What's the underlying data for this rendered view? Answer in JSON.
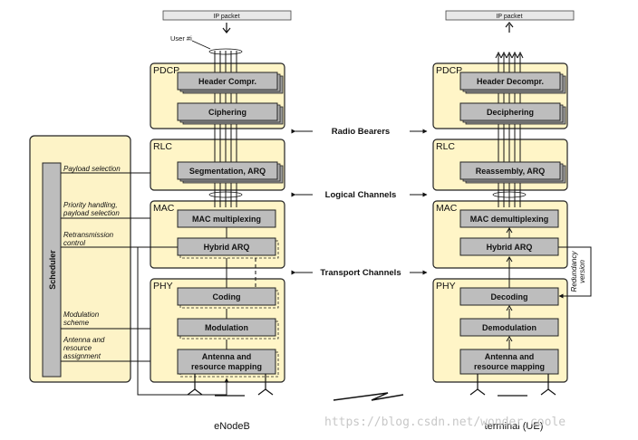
{
  "title": "",
  "ip_packet_left": "IP packet",
  "ip_packet_right": "IP packet",
  "user_label": "User #i",
  "enb": {
    "pdcp_label": "PDCP",
    "header_compr": "Header Compr.",
    "ciphering": "Ciphering",
    "rlc_label": "RLC",
    "segmentation": "Segmentation, ARQ",
    "mac_label": "MAC",
    "mac_mux": "MAC multiplexing",
    "hybrid_arq": "Hybrid ARQ",
    "phy_label": "PHY",
    "coding": "Coding",
    "modulation": "Modulation",
    "antenna_1": "Antenna and",
    "antenna_2": "resource mapping"
  },
  "ue": {
    "pdcp_label": "PDCP",
    "header_decompr": "Header Decompr.",
    "deciphering": "Deciphering",
    "rlc_label": "RLC",
    "reassembly": "Reassembly, ARQ",
    "mac_label": "MAC",
    "mac_demux": "MAC demultiplexing",
    "hybrid_arq": "Hybrid ARQ",
    "phy_label": "PHY",
    "decoding": "Decoding",
    "demodulation": "Demodulation",
    "antenna_1": "Antenna and",
    "antenna_2": "resource mapping",
    "redundancy_1": "Redundancy",
    "redundancy_2": "version"
  },
  "scheduler": {
    "label": "Scheduler",
    "payload": "Payload selection",
    "priority_1": "Priority handling,",
    "priority_2": "payload selection",
    "retrans_1": "Retransmission",
    "retrans_2": "control",
    "modulation_1": "Modulation",
    "modulation_2": "scheme",
    "antenna_1": "Antenna and",
    "antenna_2": "resource",
    "antenna_3": "assignment"
  },
  "channels": {
    "radio_bearers": "Radio Bearers",
    "logical": "Logical Channels",
    "transport": "Transport Channels"
  },
  "footer": {
    "enodeb": "eNodeB",
    "terminal": "terminal (UE)"
  },
  "watermark": "https://blog.csdn.net/wonder_coole",
  "colors": {
    "layer_fill": "#fff5c7",
    "block_fill": "#bdbdbd",
    "scheduler_fill": "#fdf3c7"
  }
}
